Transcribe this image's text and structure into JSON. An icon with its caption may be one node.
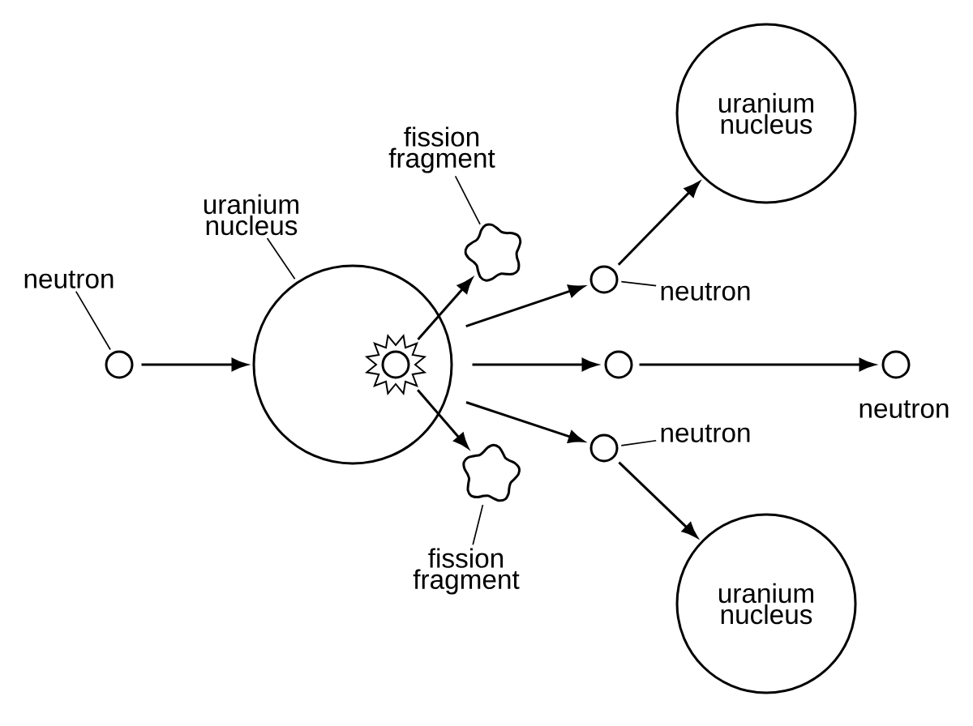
{
  "diagram": {
    "nodes": [
      {
        "text": [
          "neutron"
        ]
      },
      {
        "text": [],
        "shape": "circle"
      },
      {
        "text": [],
        "shape": "circle"
      },
      {
        "text": [
          "uranium nucleus"
        ]
      },
      {
        "text": [],
        "shape": "star",
        "in": 2
      },
      {
        "text": [],
        "shape": "cloud"
      },
      {
        "text": [
          "fission fragment"
        ]
      },
      {
        "text": [],
        "shape": "cloud"
      },
      {
        "text": [
          "fission fragment"
        ]
      },
      {
        "text": [],
        "shape": "circle"
      },
      {
        "text": [
          "neutron"
        ]
      },
      {
        "text": [],
        "shape": "circle"
      },
      {
        "text": [],
        "shape": "circle",
        "beside": [
          "neutron"
        ]
      },
      {
        "text": [],
        "shape": "circle"
      },
      {
        "text": [
          "neutron"
        ]
      },
      {
        "text": [
          "uranium nucleus"
        ]
      },
      {
        "text": [
          "uranium nucleus"
        ]
      }
    ],
    "edges": [
      {
        "from": 1,
        "to": 2,
        "arrow": "to"
      },
      {
        "from": 4,
        "to": 5,
        "arrow": "to"
      },
      {
        "from": 4,
        "to": 7,
        "arrow": "to"
      },
      {
        "from": 2,
        "to": 9,
        "arrow": "to"
      },
      {
        "from": 2,
        "to": 11,
        "arrow": "to"
      },
      {
        "from": 2,
        "to": 13,
        "arrow": "to"
      },
      {
        "from": 11,
        "to": 12,
        "arrow": "to"
      },
      {
        "from": 9,
        "to": 15,
        "arrow": "to"
      },
      {
        "from": 13,
        "to": 16,
        "arrow": "to"
      },
      {
        "from": 0,
        "to": 1,
        "arrow": "none"
      },
      {
        "from": 3,
        "to": 2,
        "arrow": "none"
      },
      {
        "from": 6,
        "to": 5,
        "arrow": "none"
      },
      {
        "from": 8,
        "to": 7,
        "arrow": "none"
      },
      {
        "from": 10,
        "to": 9,
        "arrow": "none"
      },
      {
        "from": 14,
        "to": 13,
        "arrow": "none"
      }
    ]
  }
}
